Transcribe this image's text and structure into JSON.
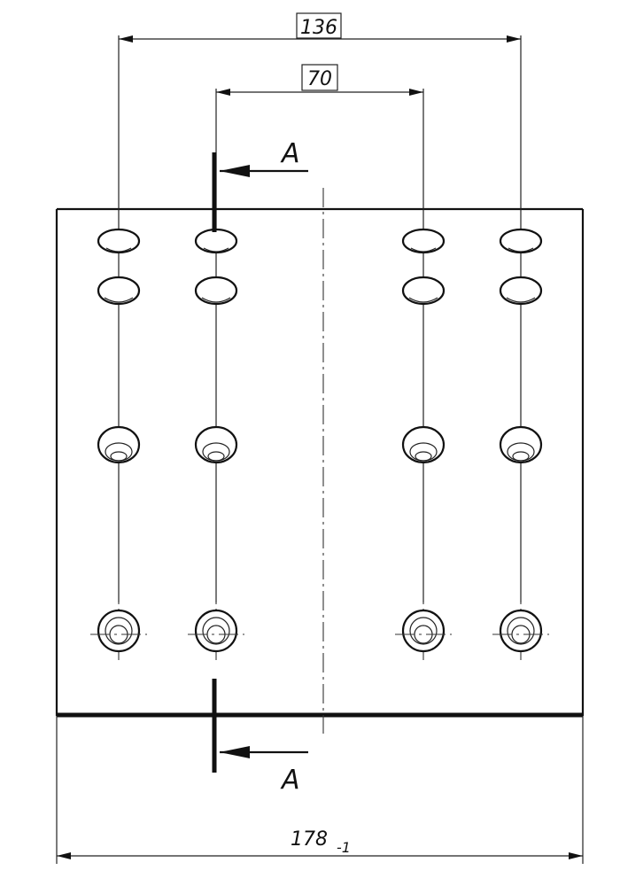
{
  "dimensions": {
    "outer_spacing": "136",
    "inner_spacing": "70",
    "plate_width": "178",
    "plate_width_tolerance": "-1"
  },
  "section": {
    "top_label": "A",
    "bottom_label": "A"
  }
}
